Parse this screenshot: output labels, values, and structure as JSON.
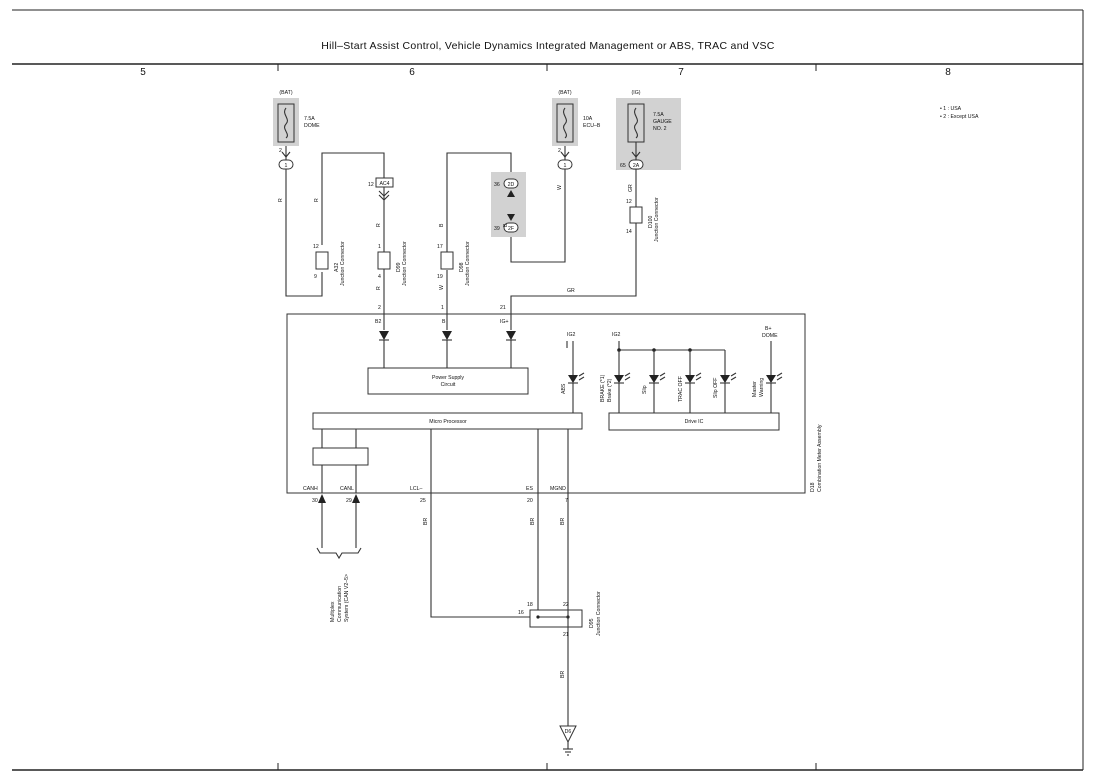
{
  "title": "Hill–Start Assist Control,  Vehicle Dynamics Integrated Management or ABS,  TRAC and VSC",
  "columns": [
    "5",
    "6",
    "7",
    "8"
  ],
  "notes": [
    "• 1 : USA",
    "• 2 : Except USA"
  ],
  "fuses": {
    "dome": {
      "source": "(BAT)",
      "rating": "7.5A",
      "name": "DOME",
      "pin": "2",
      "conn": "1"
    },
    "ecub": {
      "source": "(BAT)",
      "rating": "10A",
      "name": "ECU–B",
      "pin": "2",
      "conn": "1"
    },
    "gauge": {
      "source": "(IG)",
      "rating": "7.5A",
      "name": "GAUGE",
      "name2": "NO. 2",
      "pin": "65",
      "conn": "2A"
    }
  },
  "connectors": {
    "ac4": {
      "label": "AC4",
      "pin": "12"
    },
    "c2d": {
      "label": "2D",
      "pin": "36"
    },
    "c2f": {
      "label": "2F",
      "pin": "39"
    },
    "a32": {
      "name": "A32",
      "type": "Junction Connector",
      "pin_top": "12",
      "pin_bottom": "9"
    },
    "d99": {
      "name": "D99",
      "type": "Junction Connector",
      "pin_top": "1",
      "pin_bottom": "4"
    },
    "d98": {
      "name": "D98",
      "type": "Junction Connector",
      "pin_top": "17",
      "pin_bottom": "19"
    },
    "d100": {
      "name": "D100",
      "type": "Junction Connector",
      "pin_top": "12",
      "pin_bottom": "14"
    },
    "d95": {
      "name": "D95",
      "type": "Junction Connector",
      "pin_a": "18",
      "pin_b": "16",
      "pin_c": "22",
      "pin_d": "21"
    }
  },
  "wires": {
    "r": "R",
    "b": "B",
    "w": "W",
    "gr": "GR",
    "br": "BR"
  },
  "meter": {
    "id": "D18",
    "name": "Combination Meter Assembly",
    "pins_top": [
      {
        "num": "2",
        "label": "B2"
      },
      {
        "num": "1",
        "label": "B"
      },
      {
        "num": "21",
        "label": "IG+"
      }
    ],
    "pins_bottom": [
      {
        "num": "30",
        "label": "CANH"
      },
      {
        "num": "29",
        "label": "CANL"
      },
      {
        "num": "25",
        "label": "LCL–"
      },
      {
        "num": "20",
        "label": "ES"
      },
      {
        "num": "7",
        "label": "MGND"
      }
    ],
    "power_supply": [
      "Power Supply",
      "Circuit"
    ],
    "micro": "Micro Processor",
    "drive_ic": "Drive IC",
    "ig2": "IG2",
    "dome_src": [
      "B+",
      "DOME"
    ],
    "lamps": [
      "ABS",
      "BRAKE (*1)",
      "Brake (*2)",
      "Slip",
      "TRAC OFF",
      "Slip OFF",
      "Master",
      "Warning"
    ]
  },
  "multiplex": [
    "Multiplex",
    "Communication",
    "System (CAN V2–5>"
  ],
  "ground": "D6"
}
